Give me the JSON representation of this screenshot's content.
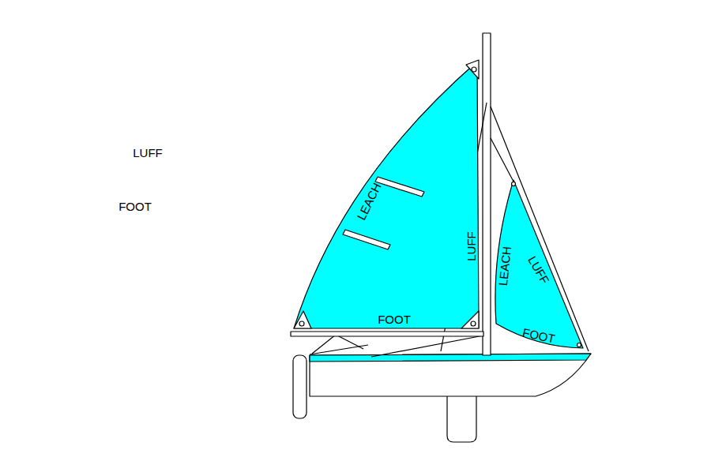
{
  "diagram": {
    "labels": [
      "LUFF",
      "FOOT",
      "LEACH",
      "LUFF",
      "FOOT",
      "LEACH",
      "LUFF",
      "FOOT"
    ]
  }
}
